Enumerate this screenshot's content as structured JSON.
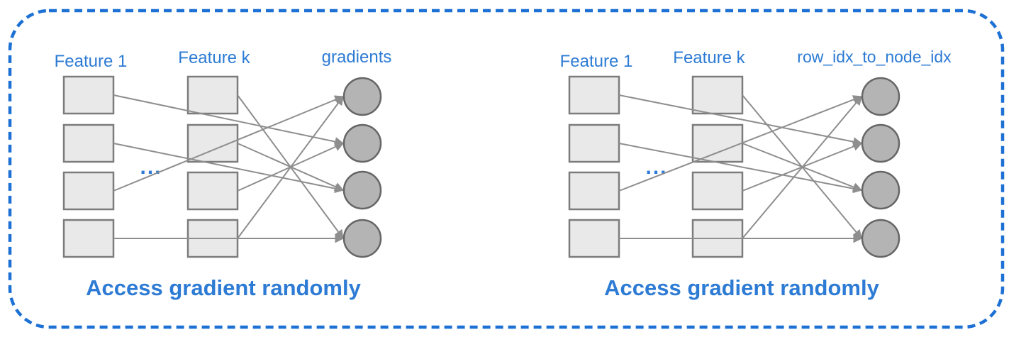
{
  "figure": {
    "type": "diagram",
    "description_caption_left": "Access gradient randomly",
    "description_caption_right": "Access gradient randomly"
  },
  "colors": {
    "accent_blue": "#2d7bd4",
    "border_blue": "#1e71d4",
    "box_fill": "#e9e9e9",
    "box_stroke": "#7c7c7c",
    "node_fill": "#b4b4b4",
    "node_stroke": "#666666",
    "arrow_gray": "#8e8e8e",
    "background": "#ffffff"
  },
  "panels": [
    {
      "col1_label": "Feature 1",
      "col2_label": "Feature k",
      "output_label": "gradients",
      "ellipsis": "...",
      "caption": "Access gradient randomly",
      "rows": 4,
      "nodes": 4,
      "col1_row_to_node": [
        2,
        3,
        1,
        4
      ],
      "col2_row_to_node": [
        4,
        3,
        2,
        1
      ]
    },
    {
      "col1_label": "Feature 1",
      "col2_label": "Feature k",
      "output_label": "row_idx_to_node_idx",
      "ellipsis": "...",
      "caption": "Access gradient randomly",
      "rows": 4,
      "nodes": 4,
      "col1_row_to_node": [
        2,
        3,
        1,
        4
      ],
      "col2_row_to_node": [
        4,
        3,
        2,
        1
      ]
    }
  ]
}
